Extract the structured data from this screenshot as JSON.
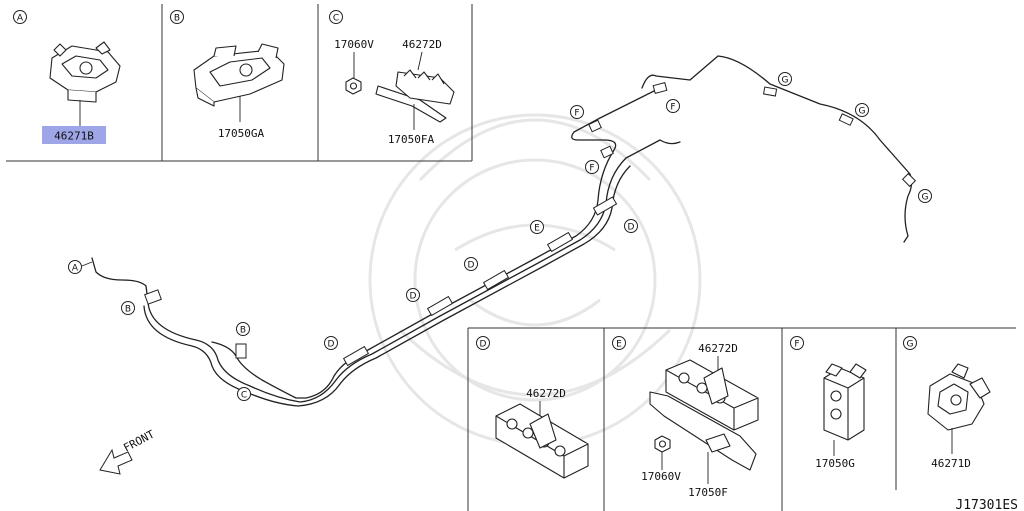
{
  "diagram_ref": "J17301ES",
  "front_label": "FRONT",
  "highlight_color": "#9fa6e8",
  "panels": [
    {
      "letter": "A",
      "parts": [
        {
          "number": "46271B",
          "highlighted": true
        }
      ]
    },
    {
      "letter": "B",
      "parts": [
        {
          "number": "17050GA"
        }
      ]
    },
    {
      "letter": "C",
      "parts": [
        {
          "number": "17060V"
        },
        {
          "number": "46272D"
        },
        {
          "number": "17050FA"
        }
      ]
    },
    {
      "letter": "D",
      "parts": [
        {
          "number": "46272D"
        }
      ]
    },
    {
      "letter": "E",
      "parts": [
        {
          "number": "46272D"
        },
        {
          "number": "17060V"
        },
        {
          "number": "17050F"
        }
      ]
    },
    {
      "letter": "F",
      "parts": [
        {
          "number": "17050G"
        }
      ]
    },
    {
      "letter": "G",
      "parts": [
        {
          "number": "46271D"
        }
      ]
    }
  ],
  "callouts": [
    "A",
    "B",
    "B",
    "C",
    "D",
    "D",
    "D",
    "E",
    "D",
    "F",
    "F",
    "F",
    "G",
    "G",
    "G"
  ]
}
